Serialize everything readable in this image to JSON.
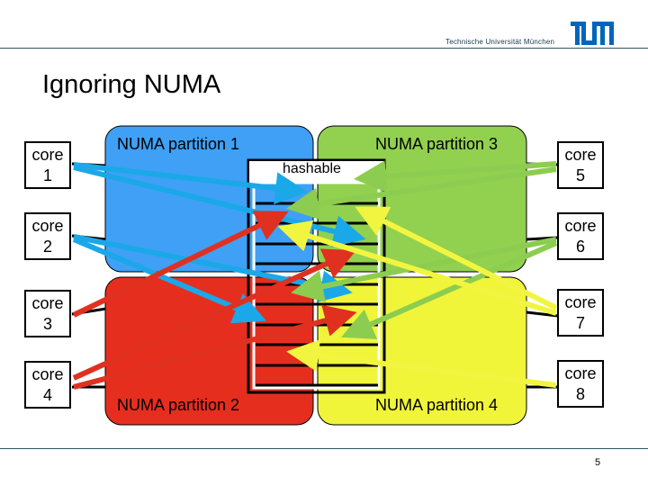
{
  "header": {
    "institution": "Technische Universität München",
    "logo": "TUM",
    "brand_color": "#0065bd"
  },
  "slide": {
    "title": "Ignoring NUMA",
    "page_number": "5"
  },
  "partitions": [
    {
      "label": "NUMA partition 1",
      "color": "#3fa0f5"
    },
    {
      "label": "NUMA partition 2",
      "color": "#e62e1f"
    },
    {
      "label": "NUMA partition 3",
      "color": "#92d050"
    },
    {
      "label": "NUMA partition 4",
      "color": "#f0f53a"
    }
  ],
  "hashtable": {
    "label": "hashable",
    "buckets": 10
  },
  "cores": [
    {
      "word": "core",
      "num": "1",
      "partition": 1
    },
    {
      "word": "core",
      "num": "2",
      "partition": 1
    },
    {
      "word": "core",
      "num": "3",
      "partition": 2
    },
    {
      "word": "core",
      "num": "4",
      "partition": 2
    },
    {
      "word": "core",
      "num": "5",
      "partition": 3
    },
    {
      "word": "core",
      "num": "6",
      "partition": 3
    },
    {
      "word": "core",
      "num": "7",
      "partition": 4
    },
    {
      "word": "core",
      "num": "8",
      "partition": 4
    }
  ],
  "arrow_colors": {
    "blue": "#1aa8e8",
    "red": "#e03020",
    "green": "#8ccc50",
    "yellow": "#f2f540"
  }
}
